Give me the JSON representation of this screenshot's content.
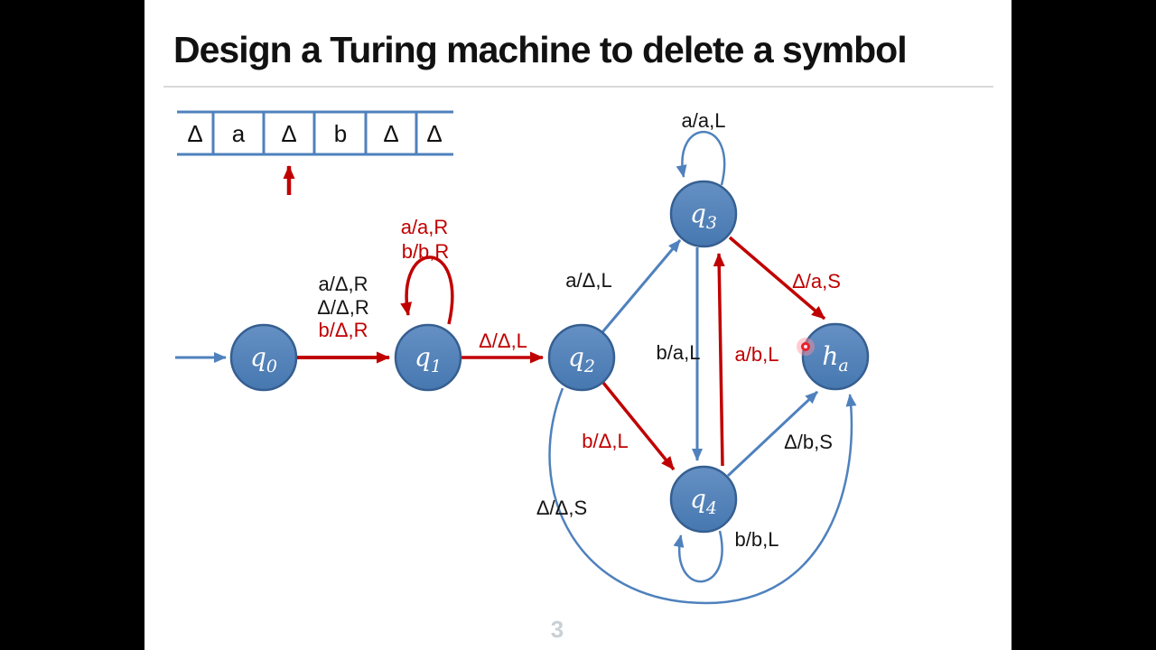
{
  "slide": {
    "title": "Design a Turing machine to delete a symbol",
    "page_number": "3"
  },
  "tape": {
    "cells": [
      "Δ",
      "a",
      "Δ",
      "b",
      "Δ",
      "Δ"
    ],
    "head_cell_index": 2
  },
  "states": {
    "q0": {
      "main": "q",
      "sub": "0"
    },
    "q1": {
      "main": "q",
      "sub": "1"
    },
    "q2": {
      "main": "q",
      "sub": "2"
    },
    "q3": {
      "main": "q",
      "sub": "3"
    },
    "q4": {
      "main": "q",
      "sub": "4"
    },
    "ha": {
      "main": "h",
      "sub": "a"
    }
  },
  "transitions": {
    "q0_q1": {
      "line1": "a/Δ,R",
      "line2": "Δ/Δ,R",
      "line3": "b/Δ,R"
    },
    "q1_loop": {
      "line1": "a/a,R",
      "line2": "b/b,R"
    },
    "q1_q2": {
      "label": "Δ/Δ,L"
    },
    "q2_q3": {
      "label": "a/Δ,L"
    },
    "q3_loop": {
      "label": "a/a,L"
    },
    "q3_ha": {
      "label": "Δ/a,S"
    },
    "q3_q4": {
      "label": "b/a,L"
    },
    "q4_q3": {
      "label": "a/b,L"
    },
    "q2_q4": {
      "label": "b/Δ,L"
    },
    "q4_loop": {
      "label": "b/b,L"
    },
    "q4_ha": {
      "label": "Δ/b,S"
    },
    "q2_ha": {
      "label": "Δ/Δ,S"
    }
  },
  "colors": {
    "state_fill": "#4f81bd",
    "state_border": "#365f91",
    "blue_line": "#4f81bd",
    "red_line": "#c00000",
    "divider": "#d9d9d9"
  }
}
